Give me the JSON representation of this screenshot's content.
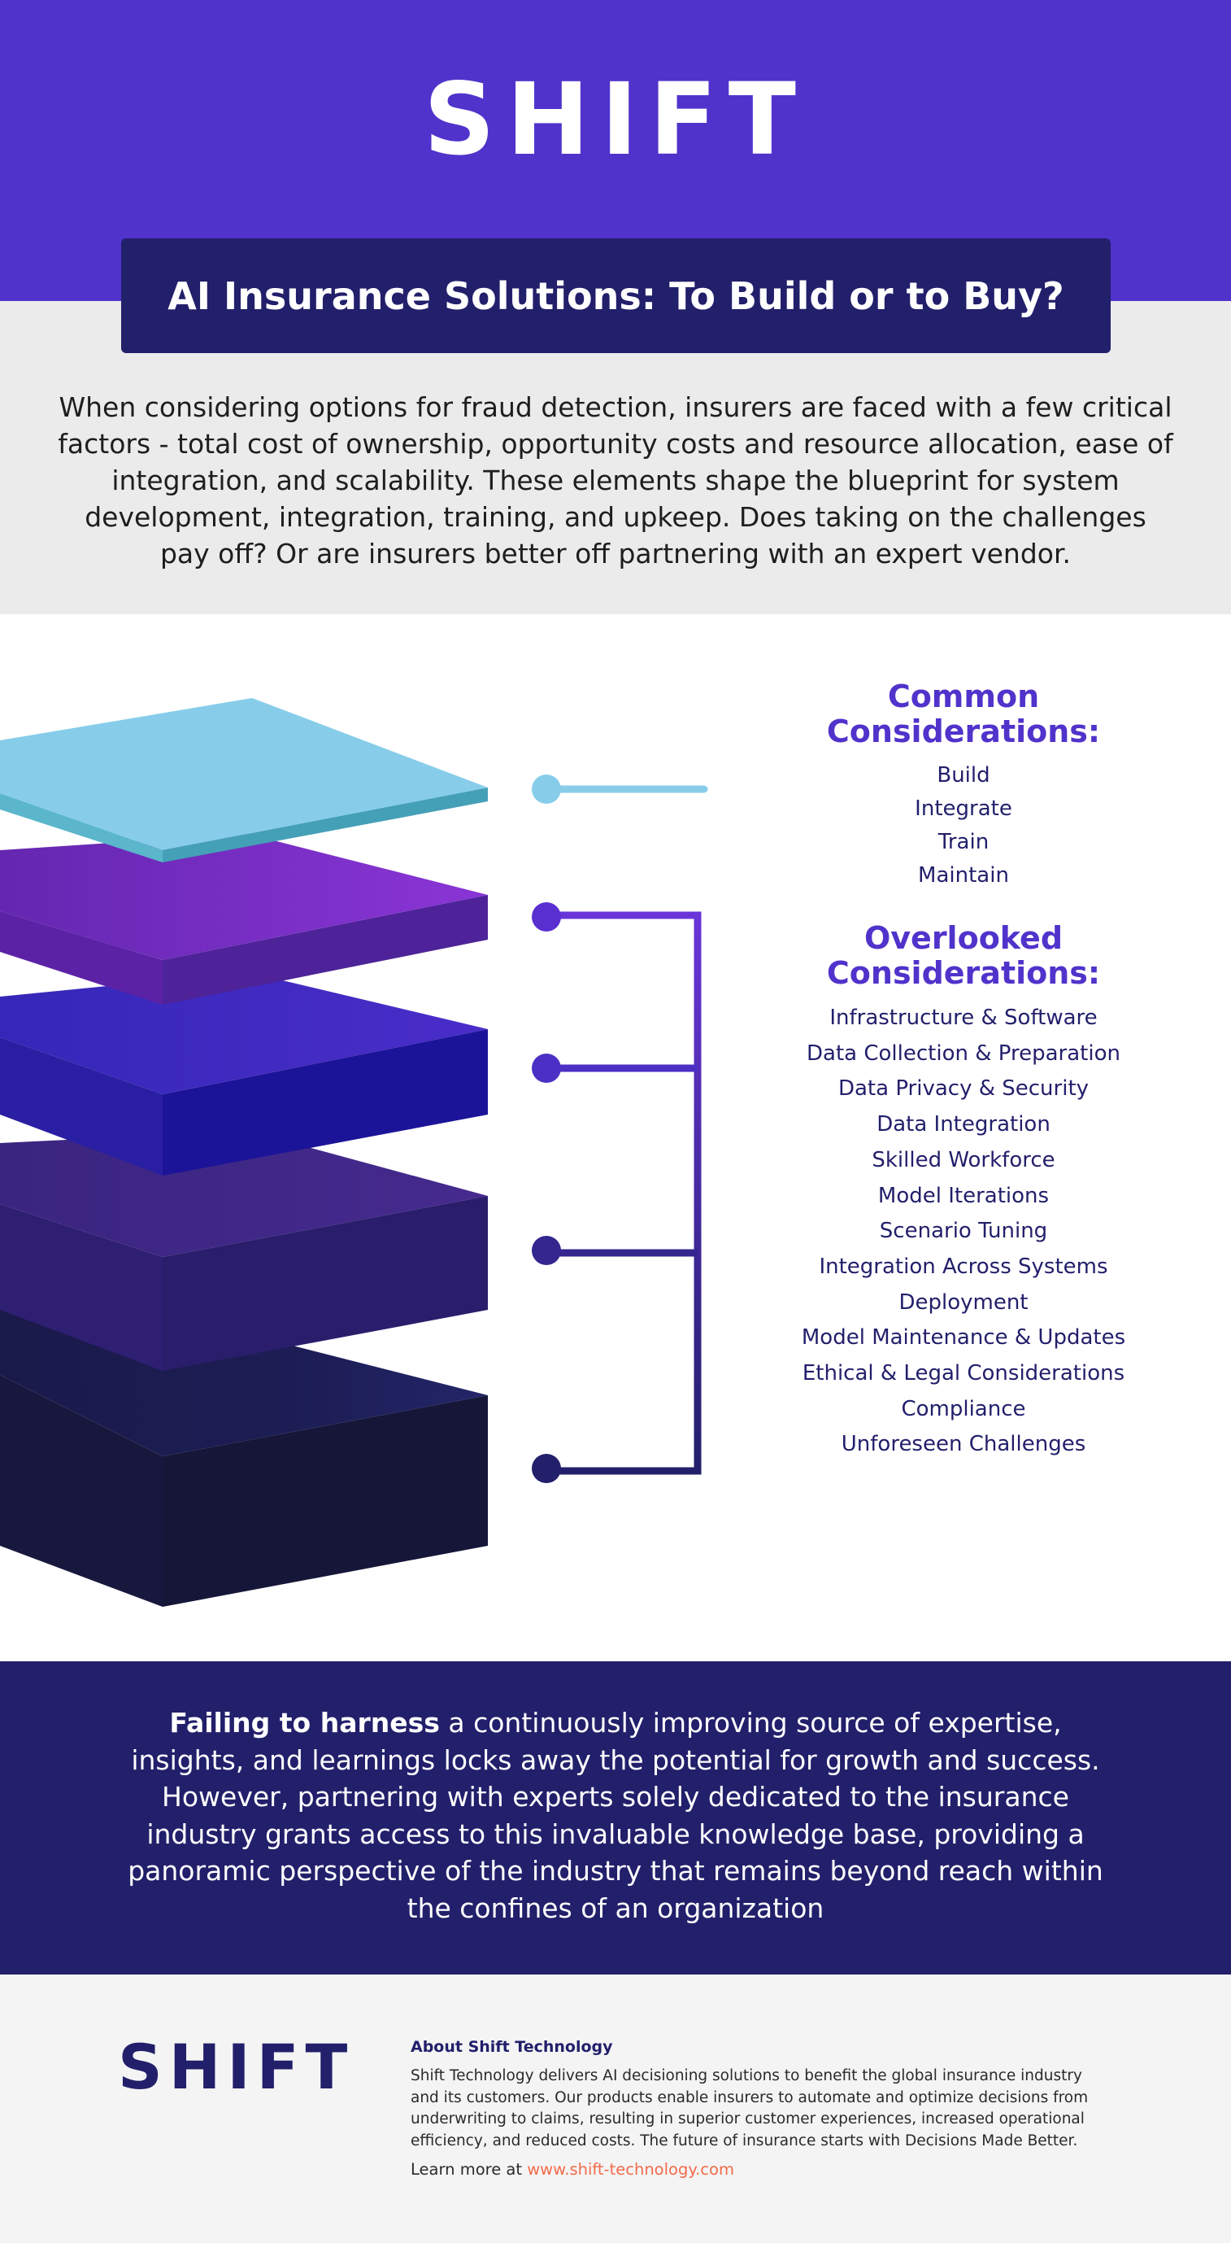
{
  "header": {
    "logo": "SHIFT"
  },
  "title": "AI Insurance Solutions: To Build or to Buy?",
  "intro": "When considering options for fraud detection, insurers are faced with a few critical factors - total cost of ownership, opportunity costs and resource allocation, ease of integration, and scalability. These elements shape the blueprint for system development, integration, training, and upkeep. Does taking on the challenges pay off? Or are insurers better off partnering with an expert vendor.",
  "common": {
    "heading_line1": "Common",
    "heading_line2": "Considerations:",
    "items": [
      "Build",
      "Integrate",
      "Train",
      "Maintain"
    ]
  },
  "overlooked": {
    "heading_line1": "Overlooked",
    "heading_line2": "Considerations:",
    "items": [
      "Infrastructure & Software",
      "Data Collection & Preparation",
      "Data Privacy & Security",
      "Data Integration",
      "Skilled Workforce",
      "Model Iterations",
      "Scenario Tuning",
      "Integration Across Systems",
      "Deployment",
      "Model Maintenance & Updates",
      "Ethical & Legal Considerations",
      "Compliance",
      "Unforeseen Challenges"
    ]
  },
  "band": {
    "bold": "Failing to harness",
    "rest": " a continuously improving source of expertise, insights, and learnings locks away the potential for growth and success. However, partnering with experts solely dedicated to the insurance industry grants access to this invaluable knowledge base, providing a panoramic perspective of the industry that remains beyond reach within the confines of an organization"
  },
  "footer": {
    "logo": "SHIFT",
    "about_title": "About Shift Technology",
    "about_text": "Shift Technology delivers AI decisioning solutions to benefit the global insurance industry and its customers. Our products enable insurers to automate and optimize decisions from underwriting to claims, resulting in superior customer experiences, increased operational efficiency, and reduced costs. The future of insurance starts with Decisions Made Better.",
    "learn_prefix": "Learn more at ",
    "learn_link": "www.shift-technology.com"
  },
  "colors": {
    "brand_purple": "#5033cb",
    "navy": "#221f6b",
    "layer_top": "#87cdea",
    "link": "#f26b4a"
  }
}
